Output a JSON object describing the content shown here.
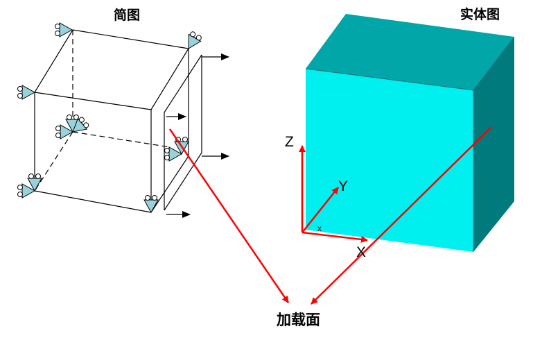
{
  "labels": {
    "left_title": "简图",
    "right_title": "实体图",
    "load_face": "加载面"
  },
  "axes": {
    "z": "Z",
    "y": "Y",
    "x": "X",
    "x_small": "x"
  },
  "colors": {
    "cube_front": "#00f0f0",
    "cube_top": "#00a6a8",
    "cube_side": "#007a7c",
    "cube_edge": "#2a6f73",
    "arrow_red": "#ff0000",
    "support_fill": "#98d3dd",
    "line": "#000000"
  }
}
